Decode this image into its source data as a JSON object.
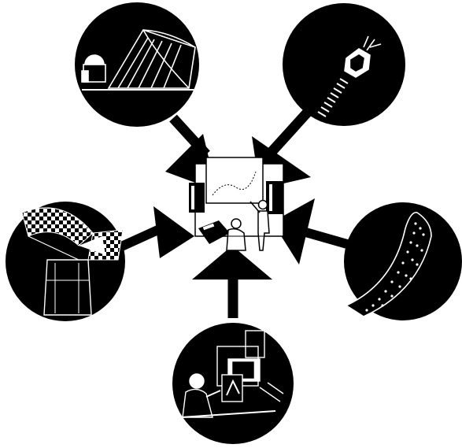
{
  "diagram": {
    "nodes": [
      {
        "id": "radio-telescope",
        "icon": "radio-telescope-icon"
      },
      {
        "id": "satellite",
        "icon": "satellite-icon"
      },
      {
        "id": "radar-dish",
        "icon": "radar-dish-icon"
      },
      {
        "id": "data-tape",
        "icon": "data-tape-icon"
      },
      {
        "id": "console",
        "icon": "console-operator-icon"
      },
      {
        "id": "control-room",
        "icon": "control-room-icon"
      }
    ],
    "edges": [
      {
        "from": "radio-telescope",
        "to": "control-room"
      },
      {
        "from": "satellite",
        "to": "control-room"
      },
      {
        "from": "radar-dish",
        "to": "control-room"
      },
      {
        "from": "data-tape",
        "to": "control-room"
      },
      {
        "from": "console",
        "to": "control-room"
      }
    ],
    "colors": {
      "ink": "#000000",
      "paper": "#ffffff"
    }
  }
}
